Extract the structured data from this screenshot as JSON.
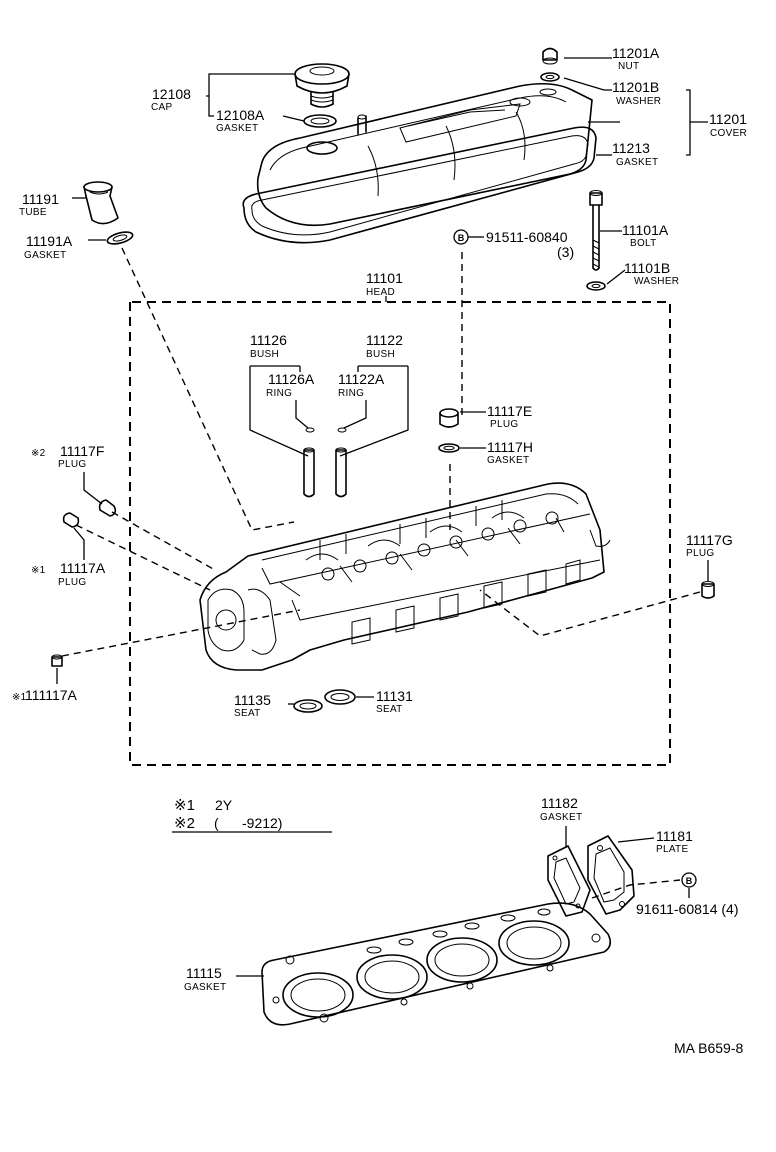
{
  "parts": {
    "p11201A": {
      "num": "11201A",
      "label": "NUT"
    },
    "p11201B": {
      "num": "11201B",
      "label": "WASHER"
    },
    "p11201": {
      "num": "11201",
      "label": "COVER"
    },
    "p11213": {
      "num": "11213",
      "label": "GASKET"
    },
    "p12108": {
      "num": "12108",
      "label": "CAP"
    },
    "p12108A": {
      "num": "12108A",
      "label": "GASKET"
    },
    "p11191": {
      "num": "11191",
      "label": "TUBE"
    },
    "p11191A": {
      "num": "11191A",
      "label": "GASKET"
    },
    "p91511": {
      "num": "91511-60840",
      "qty": "(3)",
      "marker": "B"
    },
    "p11101A": {
      "num": "11101A",
      "label": "BOLT"
    },
    "p11101B": {
      "num": "11101B",
      "label": "WASHER"
    },
    "p11101": {
      "num": "11101",
      "label": "HEAD"
    },
    "p11126": {
      "num": "11126",
      "label": "BUSH"
    },
    "p11122": {
      "num": "11122",
      "label": "BUSH"
    },
    "p11126A": {
      "num": "11126A",
      "label": "RING"
    },
    "p11122A": {
      "num": "11122A",
      "label": "RING"
    },
    "p11117E": {
      "num": "11117E",
      "label": "PLUG"
    },
    "p11117H": {
      "num": "11117H",
      "label": "GASKET"
    },
    "p11117F": {
      "num": "11117F",
      "label": "PLUG",
      "mark": "※2"
    },
    "p11117A": {
      "num": "11117A",
      "label": "PLUG",
      "mark": "※1"
    },
    "p11117A2": {
      "num": "111117A",
      "mark": "※1"
    },
    "p11117G": {
      "num": "11117G",
      "label": "PLUG"
    },
    "p11135": {
      "num": "11135",
      "label": "SEAT"
    },
    "p11131": {
      "num": "11131",
      "label": "SEAT"
    },
    "p11182": {
      "num": "11182",
      "label": "GASKET"
    },
    "p11181": {
      "num": "11181",
      "label": "PLATE"
    },
    "p91611": {
      "num": "91611-60814 (4)",
      "marker": "B"
    },
    "p11115": {
      "num": "11115",
      "label": "GASKET"
    }
  },
  "notes": {
    "n1_mark": "※1",
    "n1_text": "2Y",
    "n2_mark": "※2",
    "n2_text": "(      -9212)"
  },
  "reference": "MA B659-8"
}
